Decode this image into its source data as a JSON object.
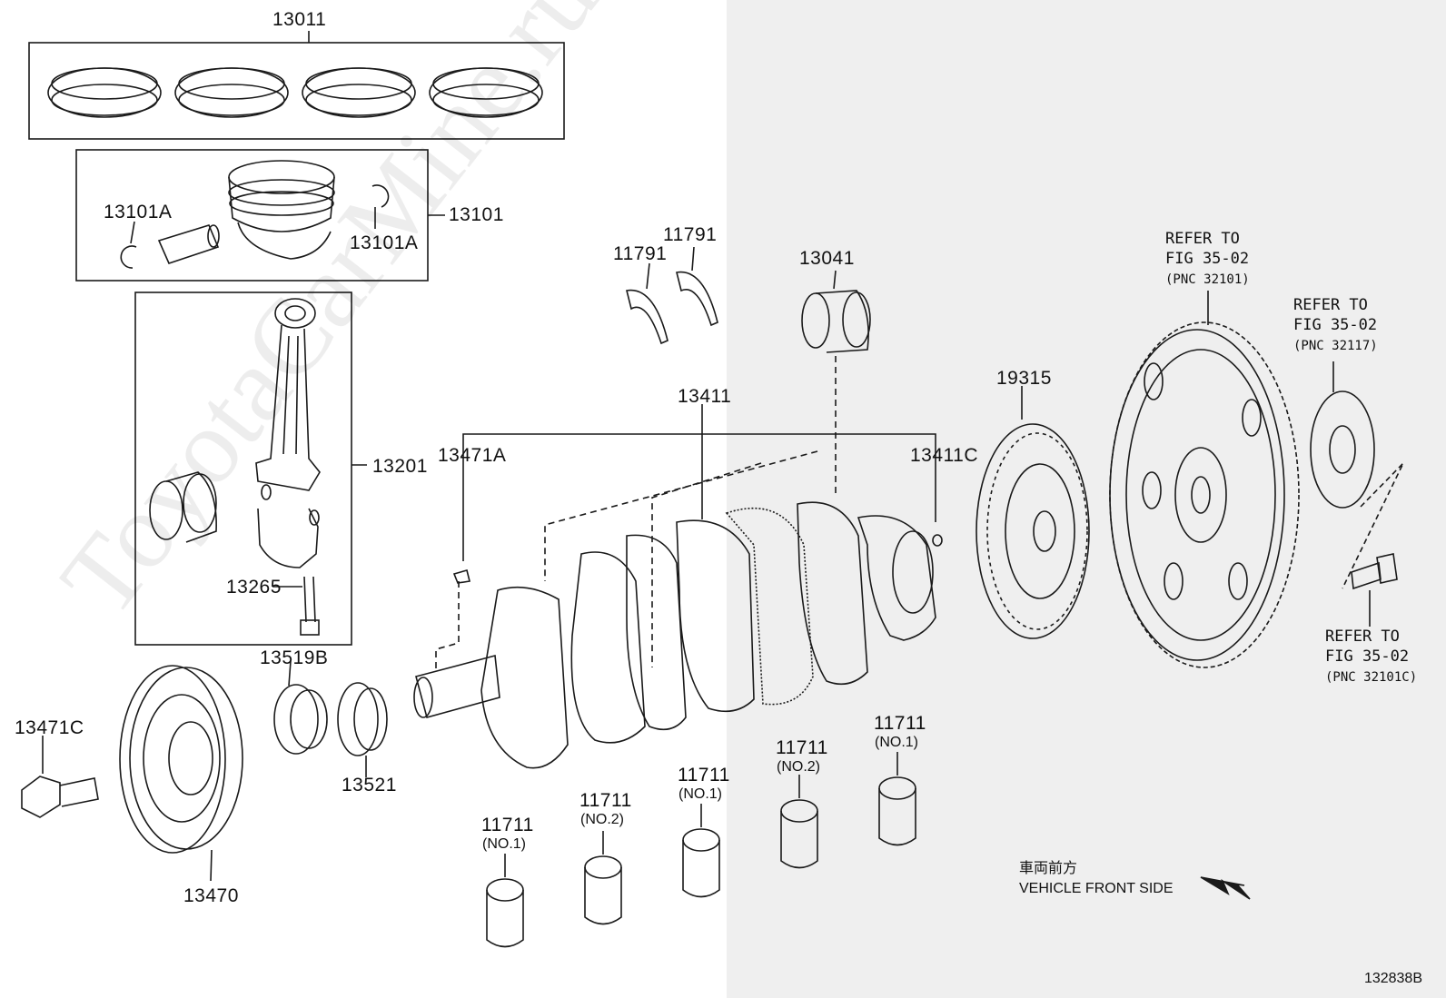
{
  "labels": {
    "p13011": "13011",
    "p13101": "13101",
    "p13101a_left": "13101A",
    "p13101a_right": "13101A",
    "p13201": "13201",
    "p13265": "13265",
    "p11791_a": "11791",
    "p11791_b": "11791",
    "p13041": "13041",
    "p13411": "13411",
    "p13471a": "13471A",
    "p13411c": "13411C",
    "p19315": "19315",
    "p13519b": "13519B",
    "p13521": "13521",
    "p13471c": "13471C",
    "p13470": "13470",
    "b1": "11711",
    "b1s": "(NO.1)",
    "b2": "11711",
    "b2s": "(NO.2)",
    "b3": "11711",
    "b3s": "(NO.1)",
    "b4": "11711",
    "b4s": "(NO.2)",
    "b5": "11711",
    "b5s": "(NO.1)"
  },
  "references": {
    "ref1": {
      "line1": "REFER TO",
      "line2": "FIG 35-02",
      "line3": "(PNC 32101)"
    },
    "ref2": {
      "line1": "REFER TO",
      "line2": "FIG 35-02",
      "line3": "(PNC 32117)"
    },
    "ref3": {
      "line1": "REFER TO",
      "line2": "FIG 35-02",
      "line3": "(PNC 32101C)"
    }
  },
  "front_note": {
    "jp": "車両前方",
    "en": "VEHICLE FRONT SIDE"
  },
  "watermark": "ToyotaCarMine.ru",
  "figure_id": "132838B",
  "colors": {
    "line": "#1a1a1a",
    "panel": "#efefef"
  }
}
